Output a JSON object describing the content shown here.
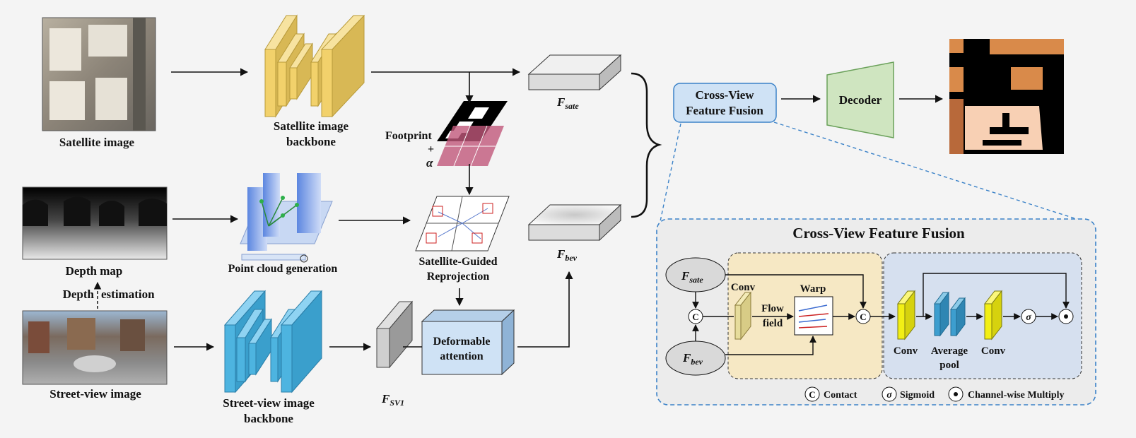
{
  "inputs": {
    "satellite_image": "Satellite image",
    "depth_map": "Depth map",
    "depth_estimation_left": "Depth",
    "depth_estimation_right": "estimation",
    "street_view_image": "Street-view image"
  },
  "backbones": {
    "satellite_line1": "Satellite image",
    "satellite_line2": "backbone",
    "street_line1": "Street-view image",
    "street_line2": "backbone"
  },
  "modules": {
    "point_cloud": "Point cloud generation",
    "reprojection_line1": "Satellite-Guided",
    "reprojection_line2": "Reprojection",
    "footprint": "Footprint",
    "plus": "+",
    "alpha": "α",
    "deformable_line1": "Deformable",
    "deformable_line2": "attention",
    "fusion_line1": "Cross-View",
    "fusion_line2": "Feature Fusion",
    "decoder": "Decoder"
  },
  "features": {
    "f_sate_main": "F",
    "f_sate_sub": "sate",
    "f_bev_main": "F",
    "f_bev_sub": "bev",
    "f_sv1_main": "F",
    "f_sv1_sub": "SV1"
  },
  "detail": {
    "title": "Cross-View Feature Fusion",
    "conv1": "Conv",
    "warp": "Warp",
    "flow_line1": "Flow",
    "flow_line2": "field",
    "conv2": "Conv",
    "avg_line1": "Average",
    "avg_line2": "pool",
    "conv3": "Conv",
    "concat_symbol": "C",
    "sigmoid_symbol": "σ",
    "multiply_symbol": "⊙",
    "legend_contact": "Contact",
    "legend_sigmoid": "Sigmoid",
    "legend_multiply": "Channel-wise Multiply"
  },
  "colors": {
    "backbone_yellow": "#f2d16b",
    "backbone_blue": "#4db4e0",
    "fusion_blue": "#cfe2f5",
    "decoder_green": "#cfe5c0",
    "detail_yellow_panel": "#f6e8c4",
    "detail_blue_panel": "#d6e0ef",
    "conv_yellow": "#f2ef15",
    "pool_blue": "#3d9ecf",
    "dashed_blue": "#3b82c8"
  }
}
